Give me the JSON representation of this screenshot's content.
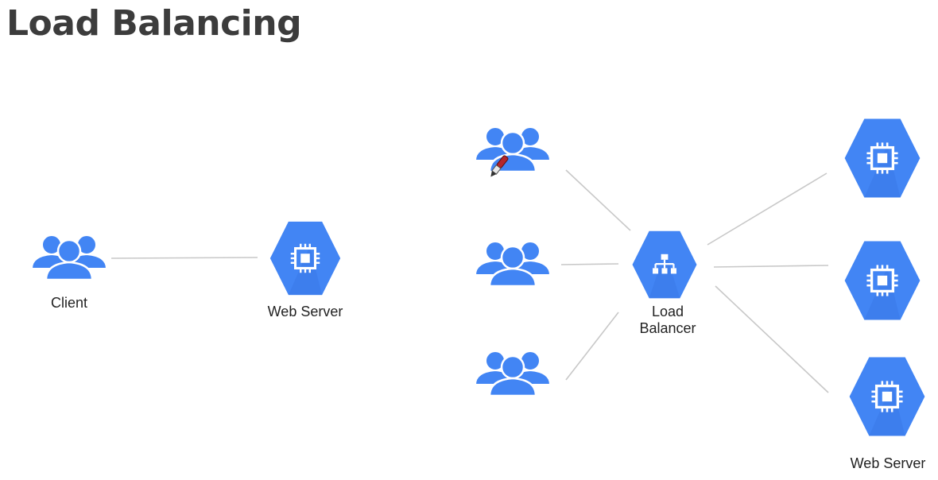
{
  "title": "Load Balancing",
  "labels": {
    "client": "Client",
    "web_server_single": "Web Server",
    "load_balancer_line1": "Load",
    "load_balancer_line2": "Balancer",
    "web_server_group": "Web Server"
  },
  "colors": {
    "icon_blue": "#4285f4",
    "icon_shadow": "#3b78e7",
    "connector": "#c8c8c8",
    "title_text": "#3c3c3c"
  },
  "icons": {
    "users": "users-group-icon",
    "compute": "compute-engine-icon",
    "load_balancer": "load-balancer-icon",
    "cursor": "pen-cursor-icon"
  }
}
